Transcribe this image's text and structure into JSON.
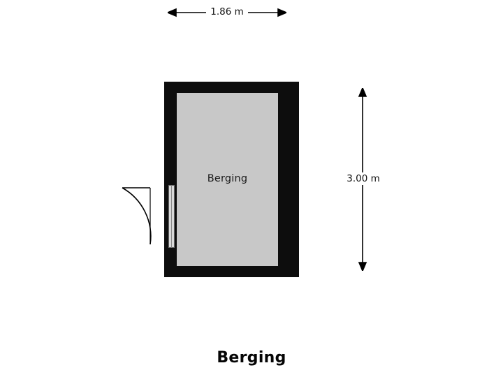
{
  "plan": {
    "title": "Berging",
    "room": {
      "name": "Berging",
      "fill_color": "#c8c8c8",
      "wall_color": "#0d0d0d"
    },
    "dimensions": {
      "width_label": "1.86 m",
      "height_label": "3.00 m"
    },
    "icons": {
      "door_swing": "door-swing-icon",
      "arrow_left": "arrow-left-icon",
      "arrow_right": "arrow-right-icon",
      "arrow_up": "arrow-up-icon",
      "arrow_down": "arrow-down-icon"
    },
    "background_color": "#ffffff"
  }
}
